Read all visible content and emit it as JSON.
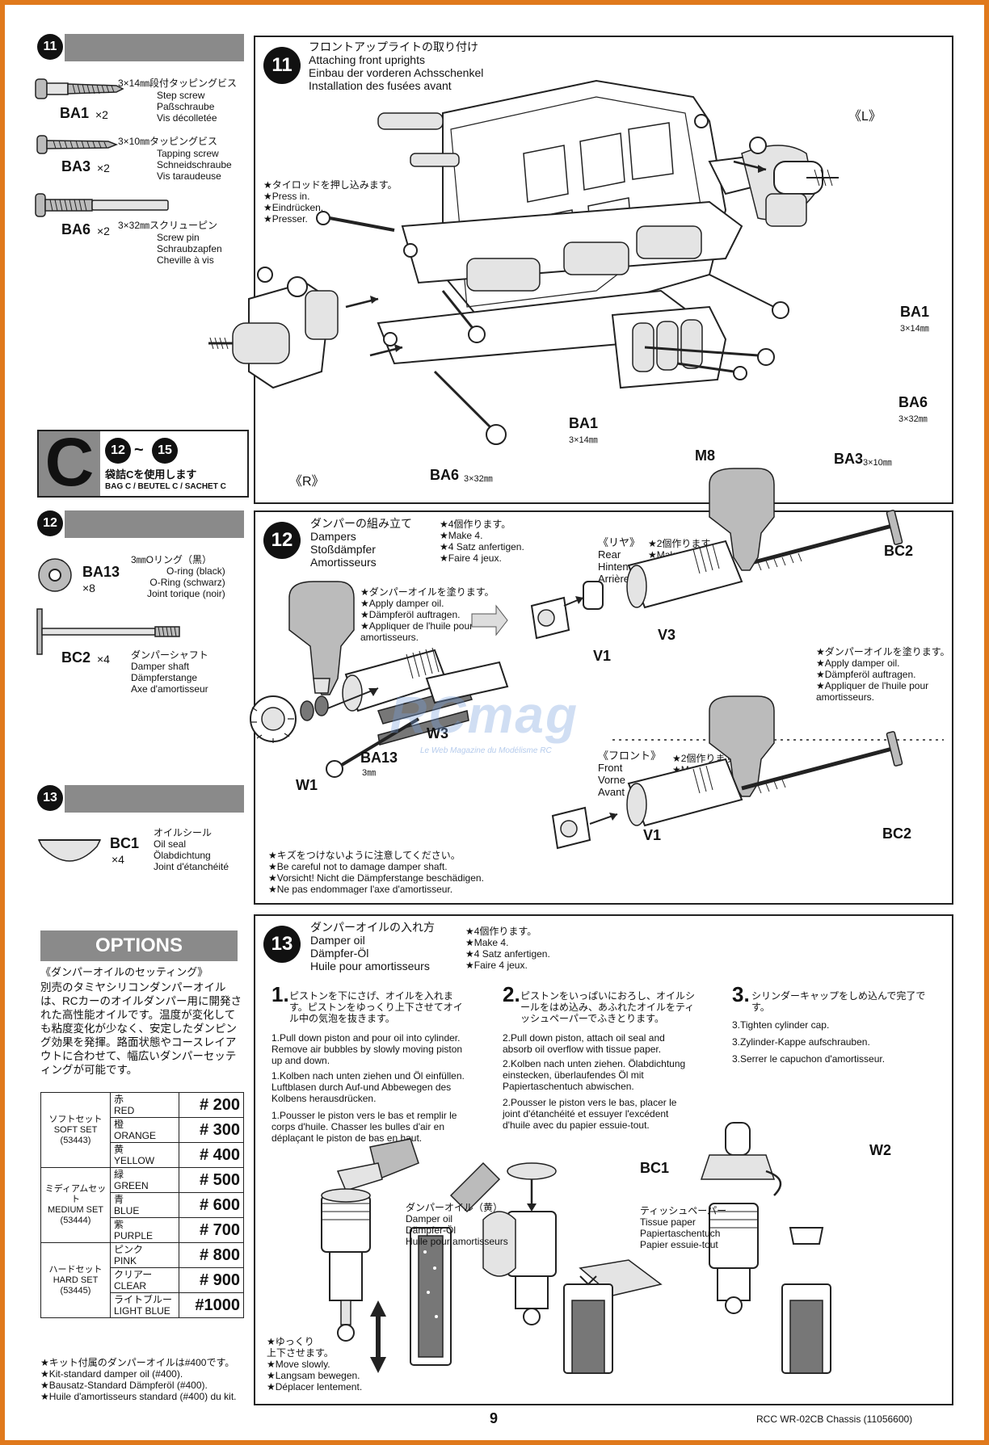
{
  "left11": {
    "badge": "11",
    "parts": [
      {
        "code": "BA1",
        "qty": "×2",
        "spec": "3×14㎜段付タッピングビス",
        "desc": "Step screw\nPaßschraube\nVis décolletée"
      },
      {
        "code": "BA3",
        "qty": "×2",
        "spec": "3×10㎜タッピングビス",
        "desc": "Tapping screw\nSchneidschraube\nVis taraudeuse"
      },
      {
        "code": "BA6",
        "qty": "×2",
        "spec": "3×32㎜スクリューピン",
        "desc": "Screw pin\nSchraubzapfen\nCheville à vis"
      }
    ]
  },
  "bagC": {
    "letter": "C",
    "from": "12",
    "tilde": "~",
    "to": "15",
    "jp": "袋詰Cを使用します",
    "en": "BAG C / BEUTEL C / SACHET C"
  },
  "left12": {
    "badge": "12",
    "parts": [
      {
        "code": "BA13",
        "qty": "×8",
        "spec": "3㎜Oリング（黒）",
        "desc": "O-ring (black)\nO-Ring (schwarz)\nJoint torique (noir)"
      },
      {
        "code": "BC2",
        "qty": "×4",
        "spec": "ダンパーシャフト",
        "desc": "Damper shaft\nDämpferstange\nAxe d'amortisseur"
      }
    ]
  },
  "left13": {
    "badge": "13",
    "parts": [
      {
        "code": "BC1",
        "qty": "×4",
        "spec": "オイルシール",
        "desc": "Oil seal\nÖlabdichtung\nJoint d'étanchéité"
      }
    ]
  },
  "options": {
    "title": "OPTIONS",
    "heading": "《ダンパーオイルのセッティング》",
    "body": "別売のタミヤシリコンダンパーオイルは、RCカーのオイルダンパー用に開発された高性能オイルです。温度が変化しても粘度変化が少なく、安定したダンピング効果を発揮。路面状態やコースレイアウトに合わせて、幅広いダンパーセッティングが可能です。",
    "sets": [
      {
        "name": "ソフトセット\nSOFT SET\n(53443)",
        "items": [
          {
            "color": "赤\nRED",
            "num": "# 200"
          },
          {
            "color": "橙\nORANGE",
            "num": "# 300"
          },
          {
            "color": "黄\nYELLOW",
            "num": "# 400"
          }
        ]
      },
      {
        "name": "ミディアムセット\nMEDIUM SET\n(53444)",
        "items": [
          {
            "color": "緑\nGREEN",
            "num": "# 500"
          },
          {
            "color": "青\nBLUE",
            "num": "# 600"
          },
          {
            "color": "紫\nPURPLE",
            "num": "# 700"
          }
        ]
      },
      {
        "name": "ハードセット\nHARD SET\n(53445)",
        "items": [
          {
            "color": "ピンク\nPINK",
            "num": "# 800"
          },
          {
            "color": "クリアー\nCLEAR",
            "num": "# 900"
          },
          {
            "color": "ライトブルー\nLIGHT BLUE",
            "num": "#1000"
          }
        ]
      }
    ],
    "note": "★キット付属のダンパーオイルは#400です。\n★Kit-standard damper oil (#400).\n★Bausatz-Standard Dämpferöl (#400).\n★Huile d'amortisseurs standard (#400) du kit."
  },
  "step11": {
    "badge": "11",
    "title": "フロントアップライトの取り付け\nAttaching front uprights\nEinbau der vorderen Achsschenkel\nInstallation des fusées avant",
    "press": "★タイロッドを押し込みます。\n★Press in.\n★Eindrücken.\n★Presser.",
    "L": "《L》",
    "R": "《R》",
    "labels": {
      "ba1a": "BA1",
      "ba1a_sub": "3×14㎜",
      "ba6a": "BA6",
      "ba6a_sub": "3×32㎜",
      "ba1b": "BA1",
      "ba1b_sub": "3×14㎜",
      "m8": "M8",
      "ba3": "BA3",
      "ba3_sub": "3×10㎜",
      "ba6b": "BA6",
      "ba6b_sub": "3×32㎜"
    }
  },
  "step12": {
    "badge": "12",
    "title": "ダンパーの組み立て\nDampers\nStoßdämpfer\nAmortisseurs",
    "make": "★4個作ります。\n★Make 4.\n★4 Satz anfertigen.\n★Faire 4 jeux.",
    "oil1": "★ダンパーオイルを塗ります。\n★Apply damper oil.\n★Dämpferöl auftragen.\n★Appliquer de l'huile pour\namortisseurs.",
    "rear": "《リヤ》\nRear\nHinten\nArrière",
    "rear_make": "★2個作ります。\n★Make 2.\n★2 Satz anfertigen.\n★Faire 2 jeux.",
    "oil2": "★ダンパーオイルを塗ります。\n★Apply damper oil.\n★Dämpferöl auftragen.\n★Appliquer de l'huile pour\namortisseurs.",
    "front": "《フロント》\nFront\nVorne\nAvant",
    "front_make": "★2個作ります。\n★Make 2.\n★2 Satz anfertigen.\n★Faire 2 jeux.",
    "careful": "★キズをつけないように注意してください。\n★Be careful not to damage damper shaft.\n★Vorsicht! Nicht die Dämpferstange beschädigen.\n★Ne pas endommager l'axe d'amortisseur.",
    "labels": {
      "w1": "W1",
      "ba13": "BA13",
      "ba13_sub": "3㎜",
      "w3": "W3",
      "v1a": "V1",
      "v3": "V3",
      "bc2a": "BC2",
      "v1b": "V1",
      "bc2b": "BC2"
    }
  },
  "watermark": {
    "main": "RCmag",
    "sub": "Le Web Magazine du Modélisme RC"
  },
  "step13": {
    "badge": "13",
    "title": "ダンパーオイルの入れ方\nDamper oil\nDämpfer-Öl\nHuile pour amortisseurs",
    "make": "★4個作ります。\n★Make 4.\n★4 Satz anfertigen.\n★Faire 4 jeux.",
    "s1": {
      "num": "1.",
      "jp": "ピストンを下にさげ、オイルを入れます。ピストンをゆっくり上下させてオイル中の気泡を抜きます。",
      "en": "1.Pull down piston and pour oil into cylinder. Remove air bubbles by slowly moving piston up and down.",
      "de": "1.Kolben nach unten ziehen und Öl einfüllen. Luftblasen durch Auf-und Abbewegen des Kolbens herausdrücken.",
      "fr": "1.Pousser le piston vers le bas et remplir le corps d'huile. Chasser les bulles d'air en déplaçant le piston de bas en haut."
    },
    "s2": {
      "num": "2.",
      "jp": "ピストンをいっぱいにおろし、オイルシールをはめ込み、あふれたオイルをティッシュペーパーでふきとります。",
      "en": "2.Pull down piston, attach oil seal and absorb oil overflow with tissue paper.",
      "de": "2.Kolben nach unten ziehen. Ölabdichtung einstecken, überlaufendes Öl mit Papiertaschentuch abwischen.",
      "fr": "2.Pousser le piston vers le bas, placer le joint d'étanchéité et essuyer l'excédent d'huile avec du papier essuie-tout."
    },
    "s3": {
      "num": "3.",
      "jp": "シリンダーキャップをしめ込んで完了です。",
      "en": "3.Tighten cylinder cap.",
      "de": "3.Zylinder-Kappe aufschrauben.",
      "fr": "3.Serrer le capuchon d'amortisseur."
    },
    "oil_label": "ダンパーオイル（黄）\nDamper oil\nDämpfer-Öl\nHuile pour amortisseurs",
    "bc1": "BC1",
    "tissue": "ティッシュペーパー\nTissue paper\nPapiertaschentuch\nPapier essuie-tout",
    "w2": "W2",
    "slow": "★ゆっくり\n上下させます。\n★Move slowly.\n★Langsam bewegen.\n★Déplacer lentement."
  },
  "footer": {
    "page": "9",
    "code": "RCC WR-02CB Chassis  (11056600)"
  }
}
